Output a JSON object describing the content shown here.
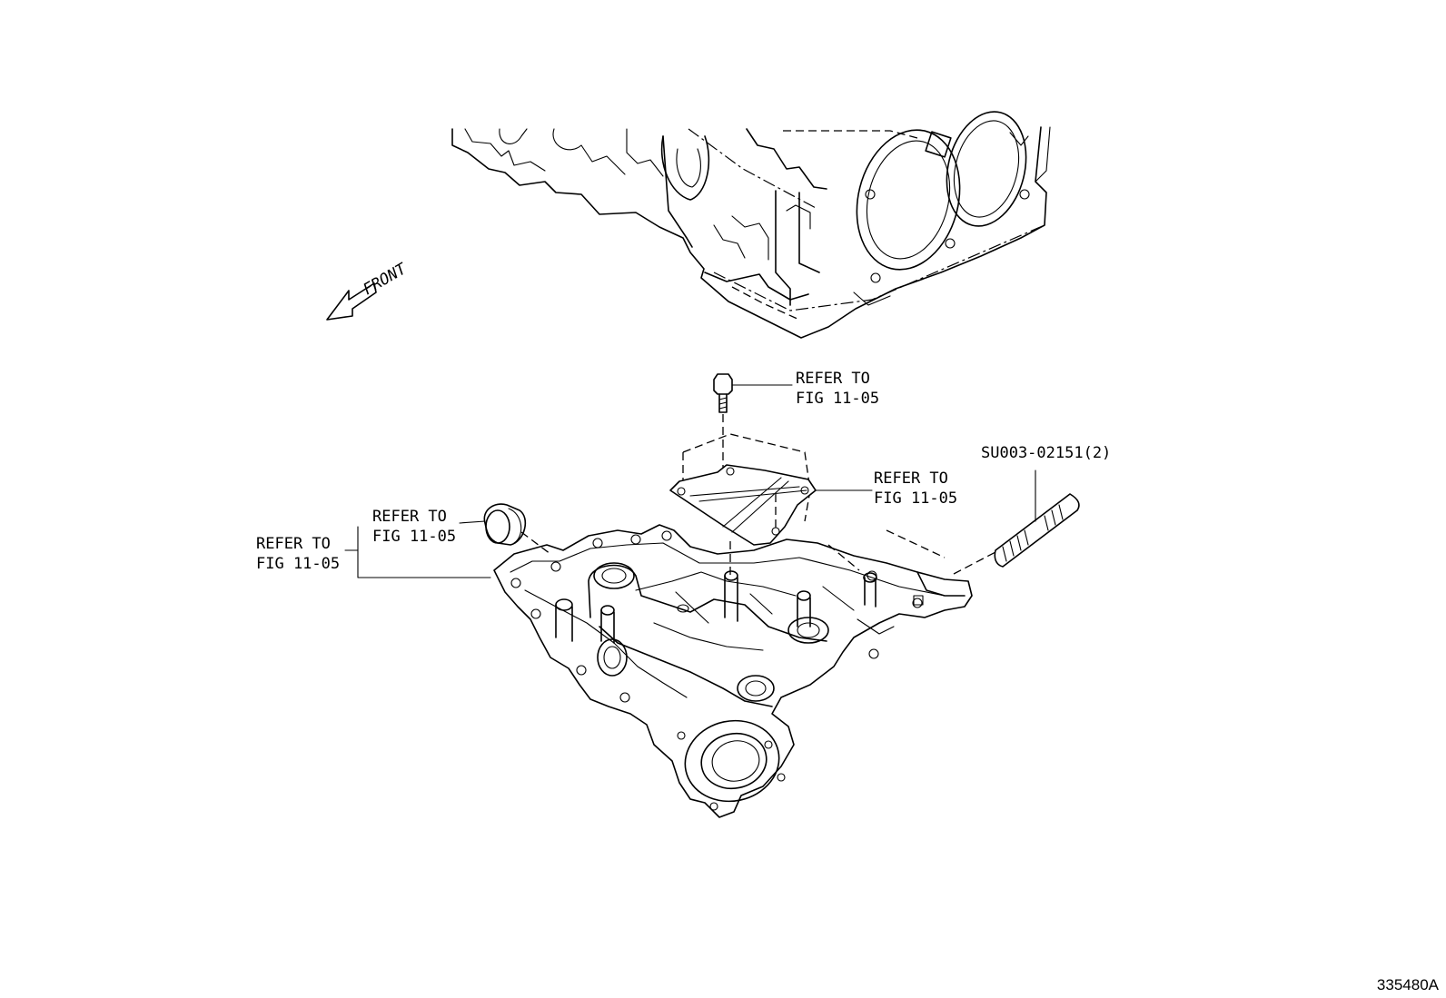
{
  "diagram": {
    "direction_label": "FRONT",
    "callouts": [
      {
        "id": "bolt",
        "line1": "REFER TO",
        "line2": "FIG 11-05"
      },
      {
        "id": "baffle-plate",
        "line1": "REFER TO",
        "line2": "FIG 11-05"
      },
      {
        "id": "plug",
        "line1": "REFER TO",
        "line2": "FIG 11-05"
      },
      {
        "id": "oil-pan",
        "line1": "REFER TO",
        "line2": "FIG 11-05"
      }
    ],
    "stud_part": {
      "number": "SU003-02151(2)"
    },
    "figure_id": "335480A"
  }
}
